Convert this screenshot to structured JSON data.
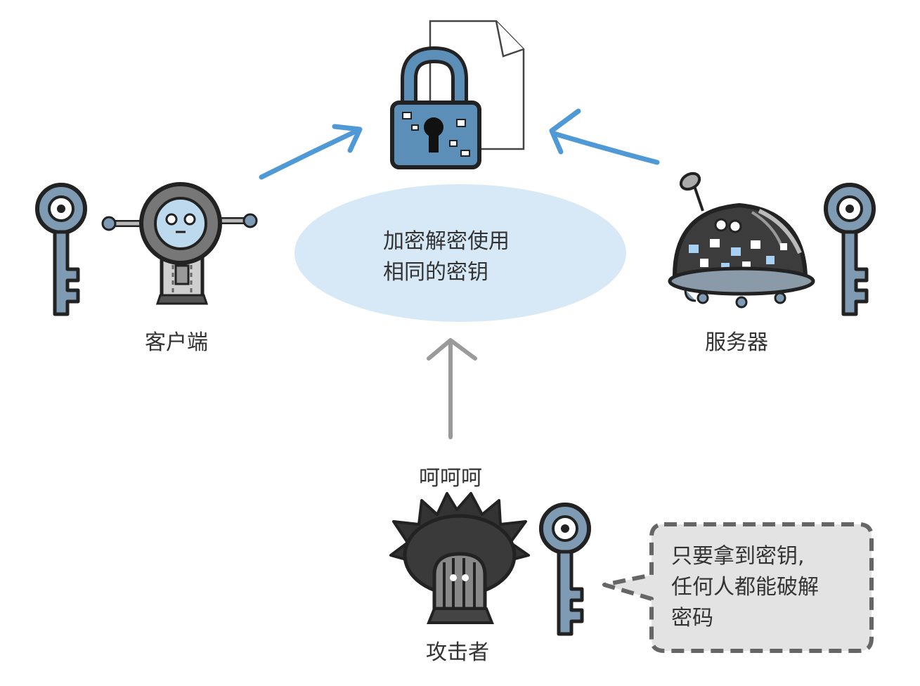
{
  "diagram": {
    "center_text": [
      "加密解密使用",
      "相同的密钥"
    ],
    "client_label": "客户端",
    "server_label": "服务器",
    "attacker_laugh": "呵呵呵",
    "attacker_label": "攻击者",
    "bubble_text": [
      "只要拿到密钥,",
      "任何人都能破解",
      "密码"
    ]
  },
  "colors": {
    "key": "#7f9bb3",
    "lock": "#5b8fb8",
    "arrow_blue": "#4f9ad6",
    "arrow_gray": "#9a9a9a",
    "ellipse": "#d7e9f7",
    "bubble": "#e3e3e3"
  },
  "icons": [
    "document-icon",
    "padlock-icon",
    "key-icon",
    "robot-icon",
    "server-robot-icon",
    "spiky-attacker-icon"
  ]
}
